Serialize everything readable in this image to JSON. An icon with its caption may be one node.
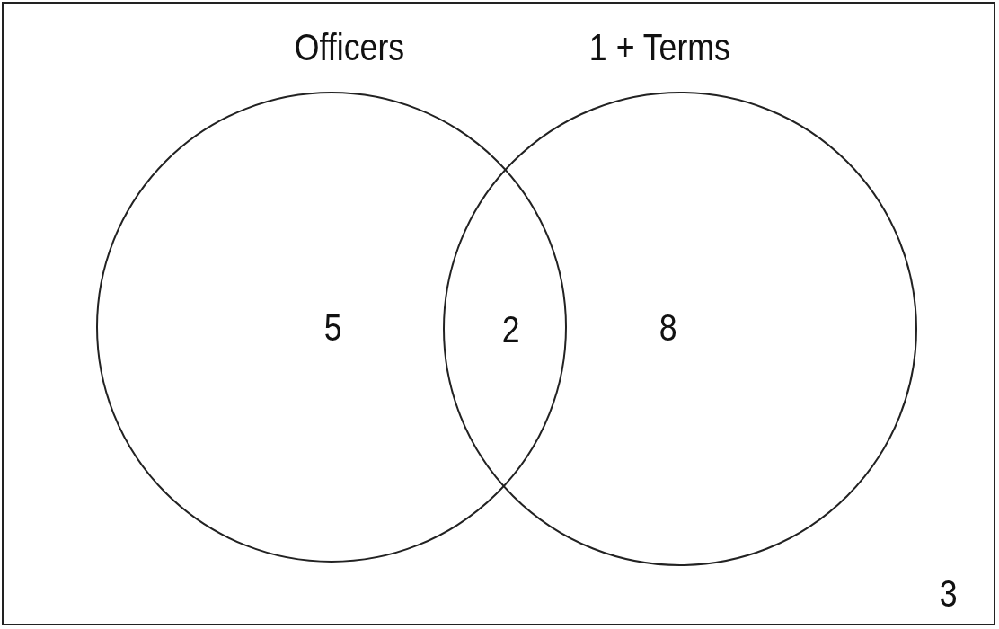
{
  "diagram": {
    "nodes": [
      {
        "text": [
          "3"
        ]
      },
      {
        "text": [
          "Officers",
          "5"
        ],
        "in": 0
      },
      {
        "text": [
          "1 + Terms",
          "8"
        ],
        "in": 0
      }
    ],
    "labels": [
      "2"
    ]
  }
}
